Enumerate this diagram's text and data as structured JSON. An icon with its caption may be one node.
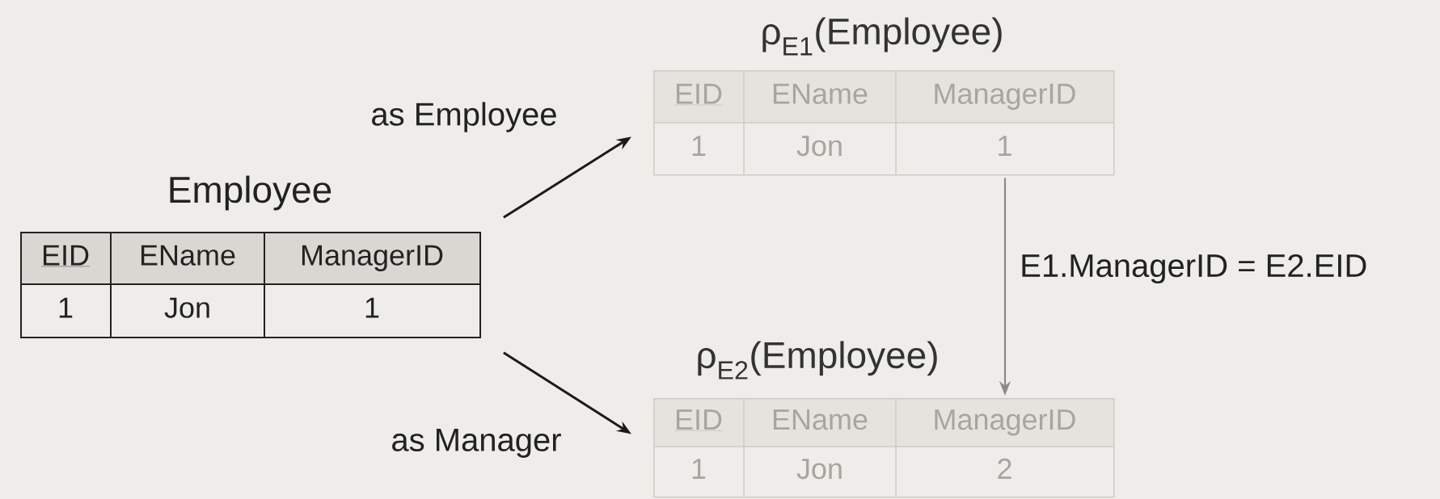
{
  "diagram": {
    "nodes": [
      {
        "text": [
          "Employee",
          "EID",
          "EName",
          "ManagerID",
          "1",
          "Jon",
          "1"
        ]
      },
      {
        "text": [
          "ρ$_{E1}$(Employee)",
          "EID",
          "EName",
          "ManagerID",
          "1",
          "Jon",
          "1"
        ]
      },
      {
        "text": [
          "ρ$_{E2}$(Employee)",
          "EID",
          "EName",
          "ManagerID",
          "1",
          "Jon",
          "2"
        ]
      }
    ],
    "edges": [
      {
        "from": 0,
        "to": 1,
        "arrow": "to",
        "label": "as Employee"
      },
      {
        "from": 0,
        "to": 2,
        "arrow": "to",
        "label": "as Manager"
      },
      {
        "from": 1,
        "to": 2,
        "arrow": "to",
        "label": "E1.ManagerID = E2.EID",
        "color": "#8a8a8a"
      }
    ]
  }
}
